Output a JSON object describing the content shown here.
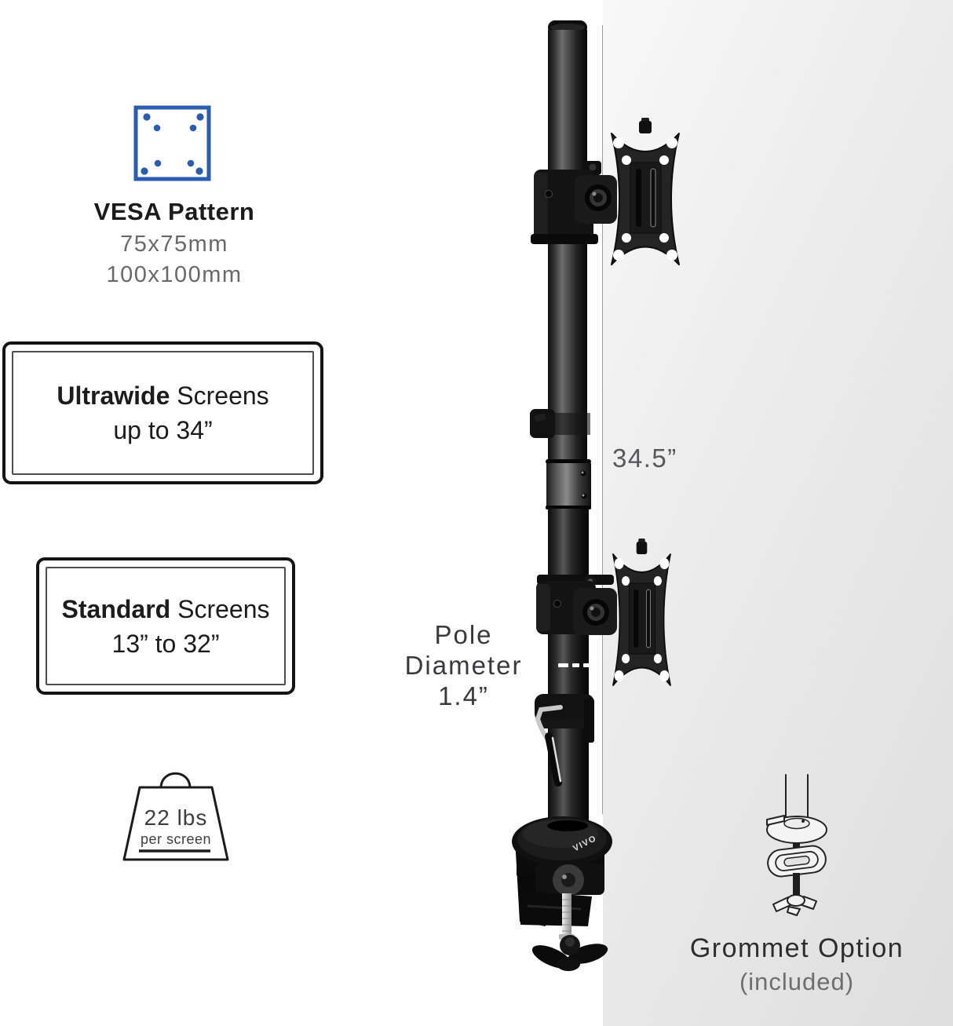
{
  "vesa": {
    "title": "VESA Pattern",
    "sizes": [
      "75x75mm",
      "100x100mm"
    ]
  },
  "ultrawide_box": {
    "bold": "Ultrawide",
    "regular": " Screens",
    "line2": "up to 34”"
  },
  "standard_box": {
    "bold": "Standard",
    "regular": " Screens",
    "line2": "13” to 32”"
  },
  "weight": {
    "value": "22 lbs",
    "unit": "per screen"
  },
  "pole": {
    "height": "34.5”",
    "diameter_line1": "Pole",
    "diameter_line2": "Diameter",
    "diameter_line3": "1.4”",
    "logo": "VIVO"
  },
  "grommet": {
    "title": "Grommet Option",
    "subtitle": "(included)"
  },
  "colors": {
    "accent_blue": "#2a5cb0",
    "pole_black": "#141414"
  }
}
